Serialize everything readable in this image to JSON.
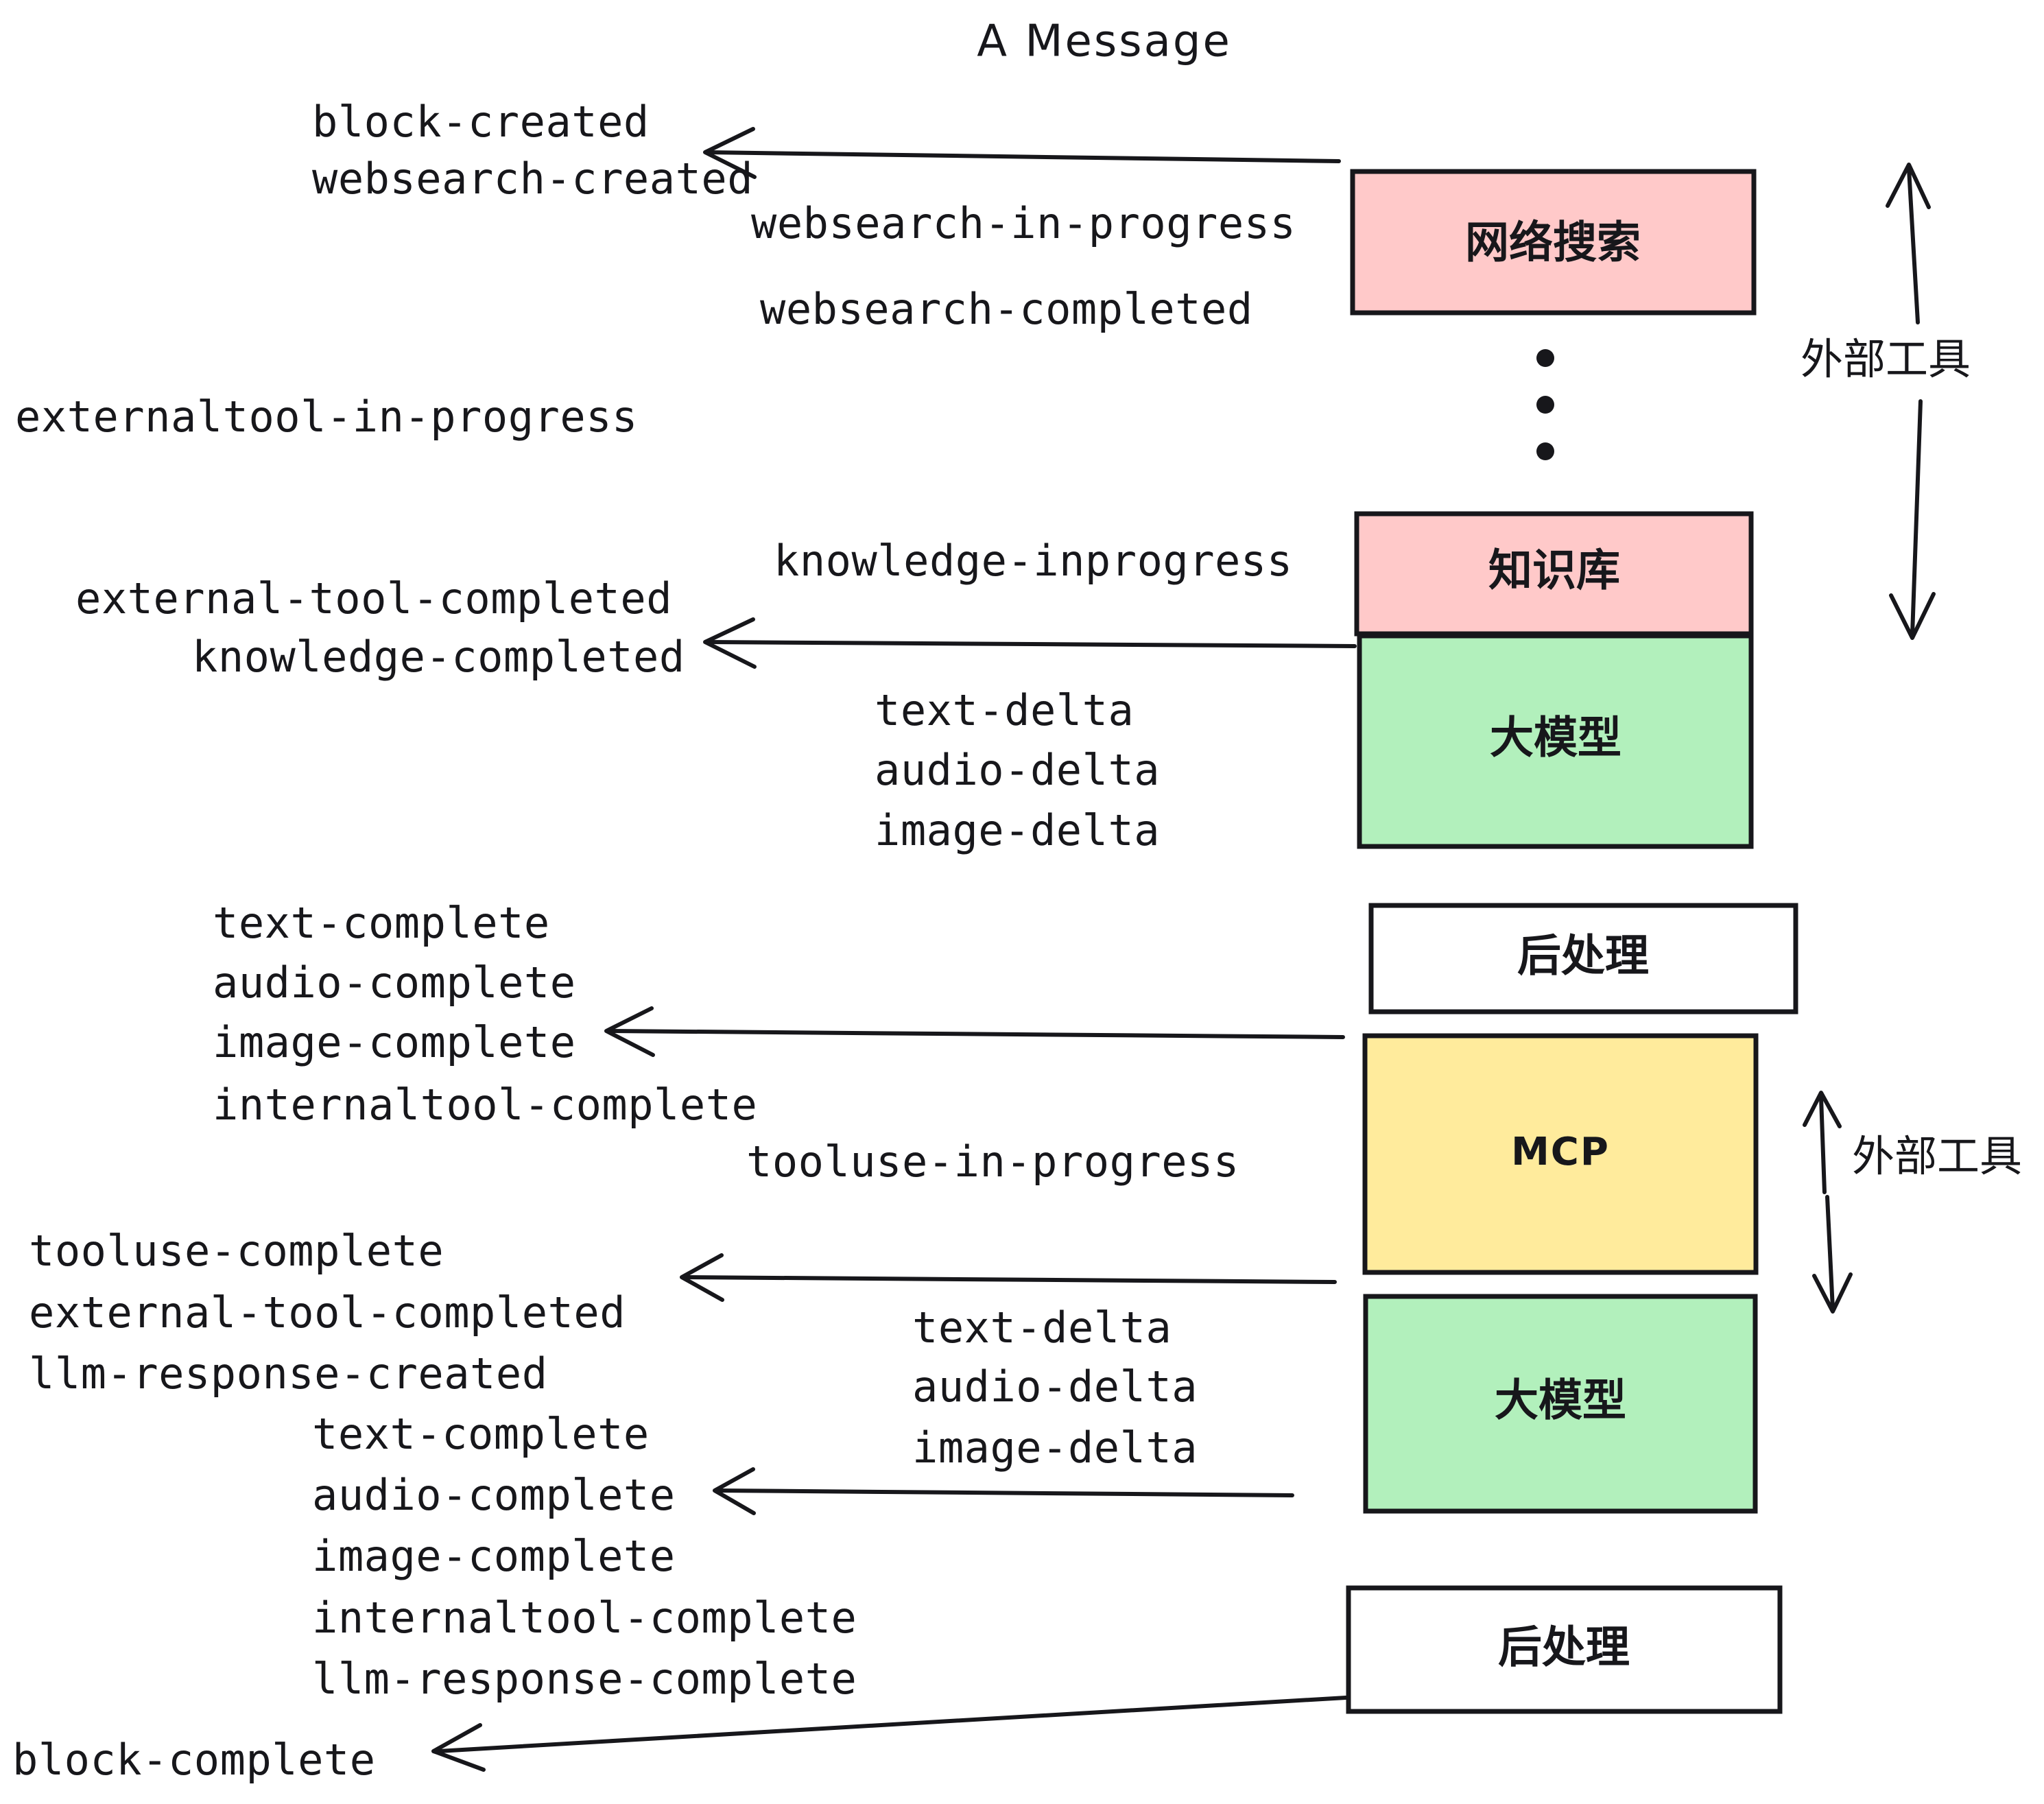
{
  "title": "A Message",
  "colors": {
    "pink": "#ffc9c9",
    "green": "#b2f0bc",
    "yellow": "#ffeb9c",
    "white": "#ffffff",
    "stroke": "#17171b",
    "text": "#17171b"
  },
  "boxes": [
    {
      "id": "websearch",
      "label": "网络搜索",
      "fill": "#ffc9c9",
      "kind": "cjk"
    },
    {
      "id": "knowledge",
      "label": "知识库",
      "fill": "#ffc9c9",
      "kind": "cjk"
    },
    {
      "id": "llm-1",
      "label": "大模型",
      "fill": "#b2f0bc",
      "kind": "cjk"
    },
    {
      "id": "postproc-1",
      "label": "后处理",
      "fill": "#ffffff",
      "kind": "cjk"
    },
    {
      "id": "mcp",
      "label": "MCP",
      "fill": "#ffeb9c",
      "kind": "latin"
    },
    {
      "id": "llm-2",
      "label": "大模型",
      "fill": "#b2f0bc",
      "kind": "cjk"
    },
    {
      "id": "postproc-2",
      "label": "后处理",
      "fill": "#ffffff",
      "kind": "cjk"
    }
  ],
  "side_labels": [
    {
      "id": "external-tools-top",
      "text": "外部工具"
    },
    {
      "id": "external-tools-bottom",
      "text": "外部工具"
    }
  ],
  "events": {
    "group_block_created": [
      "block-created",
      "websearch-created"
    ],
    "group_websearch": [
      "websearch-in-progress",
      "websearch-completed"
    ],
    "externaltool_in_progress": "externaltool-in-progress",
    "knowledge_inprogress": "knowledge-inprogress",
    "group_knowledge_done": [
      "external-tool-completed",
      "knowledge-completed"
    ],
    "group_deltas_1": [
      "text-delta",
      "audio-delta",
      "image-delta"
    ],
    "group_completes_1": [
      "text-complete",
      "audio-complete",
      "image-complete",
      "internaltool-complete"
    ],
    "tooluse_in_progress": "tooluse-in-progress",
    "group_tooluse_done": [
      "tooluse-complete",
      "external-tool-completed",
      "llm-response-created"
    ],
    "group_deltas_2": [
      "text-delta",
      "audio-delta",
      "image-delta"
    ],
    "group_completes_2": [
      "text-complete",
      "audio-complete",
      "image-complete",
      "internaltool-complete",
      "llm-response-complete"
    ],
    "block_complete": "block-complete"
  }
}
